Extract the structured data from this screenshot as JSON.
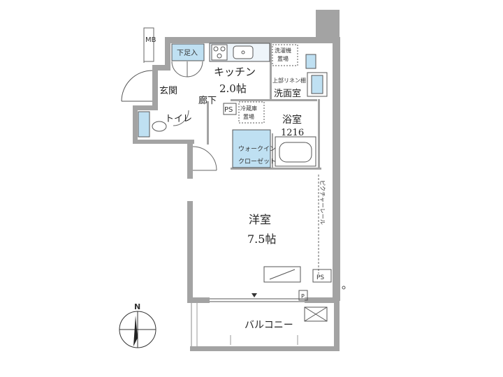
{
  "rooms": {
    "kitchen": {
      "name": "キッチン",
      "size": "2.0帖"
    },
    "genkan": "玄関",
    "corridor": "廊下",
    "toilet": "トイレ",
    "washroom": "洗面室",
    "bath": {
      "name": "浴室",
      "size": "1216"
    },
    "walkin": {
      "line1": "ウォークイン",
      "line2": "クローゼット"
    },
    "western": {
      "name": "洋室",
      "size": "7.5帖"
    },
    "balcony": "バルコニー"
  },
  "fixtures": {
    "mb": "MB",
    "shoe": "下足入",
    "ps_top": "PS",
    "ps_bottom": "PS",
    "p": "P",
    "fridge": {
      "line1": "冷蔵庫",
      "line2": "置場"
    },
    "washer": {
      "line1": "洗濯機",
      "line2": "置場"
    },
    "linen": "上部リネン棚",
    "picture_rail": "ピクチャーレール"
  },
  "compass": {
    "label": "N"
  },
  "colors": {
    "wall": "#9e9e9e",
    "fixture_fill": "#bfe0f2",
    "line": "#333333"
  }
}
